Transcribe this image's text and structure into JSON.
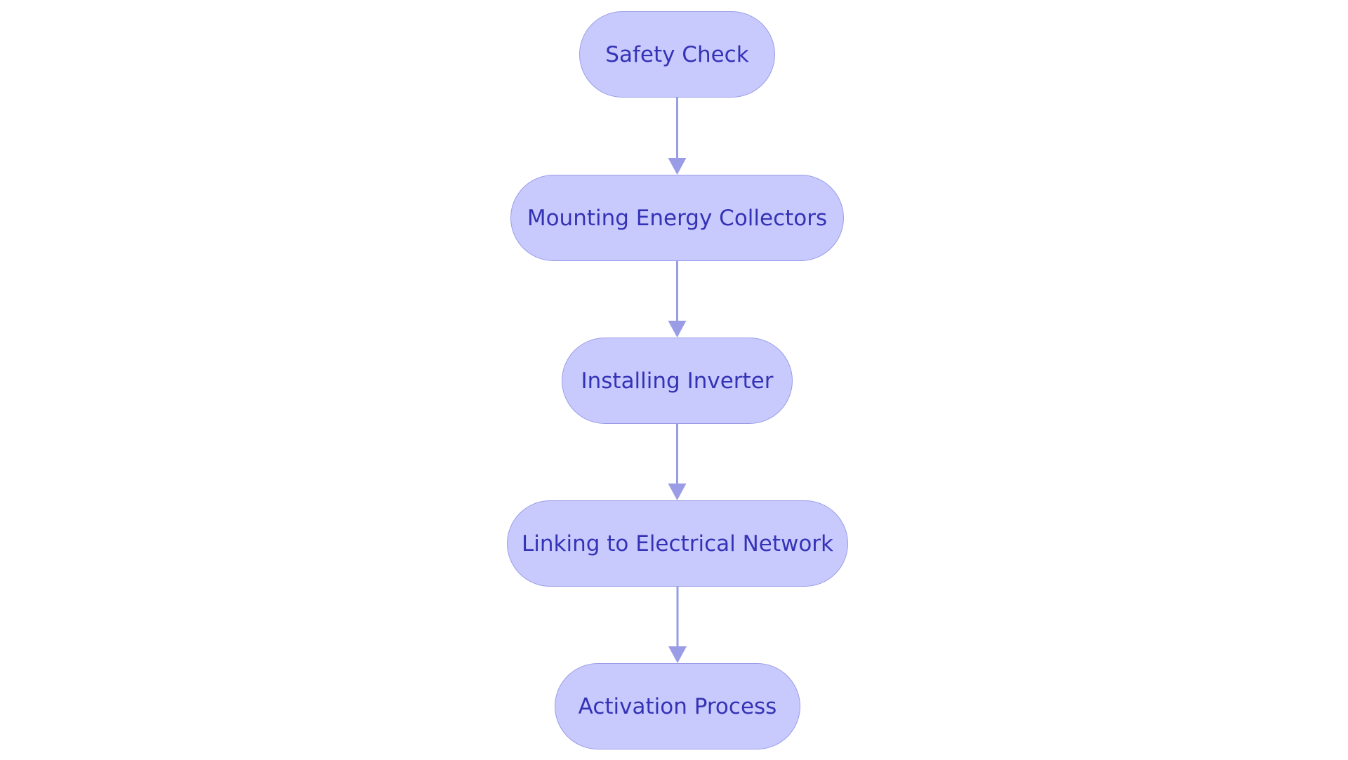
{
  "diagram": {
    "type": "flowchart",
    "direction": "top-to-bottom",
    "colors": {
      "node_fill": "#c8cafe",
      "node_border": "#9a9de6",
      "node_text": "#3533b5",
      "edge": "#9a9de6"
    },
    "nodes": [
      {
        "id": "n1",
        "label": "Safety Check"
      },
      {
        "id": "n2",
        "label": "Mounting Energy Collectors"
      },
      {
        "id": "n3",
        "label": "Installing Inverter"
      },
      {
        "id": "n4",
        "label": "Linking to Electrical Network"
      },
      {
        "id": "n5",
        "label": "Activation Process"
      }
    ],
    "edges": [
      {
        "from": "n1",
        "to": "n2"
      },
      {
        "from": "n2",
        "to": "n3"
      },
      {
        "from": "n3",
        "to": "n4"
      },
      {
        "from": "n4",
        "to": "n5"
      }
    ]
  }
}
